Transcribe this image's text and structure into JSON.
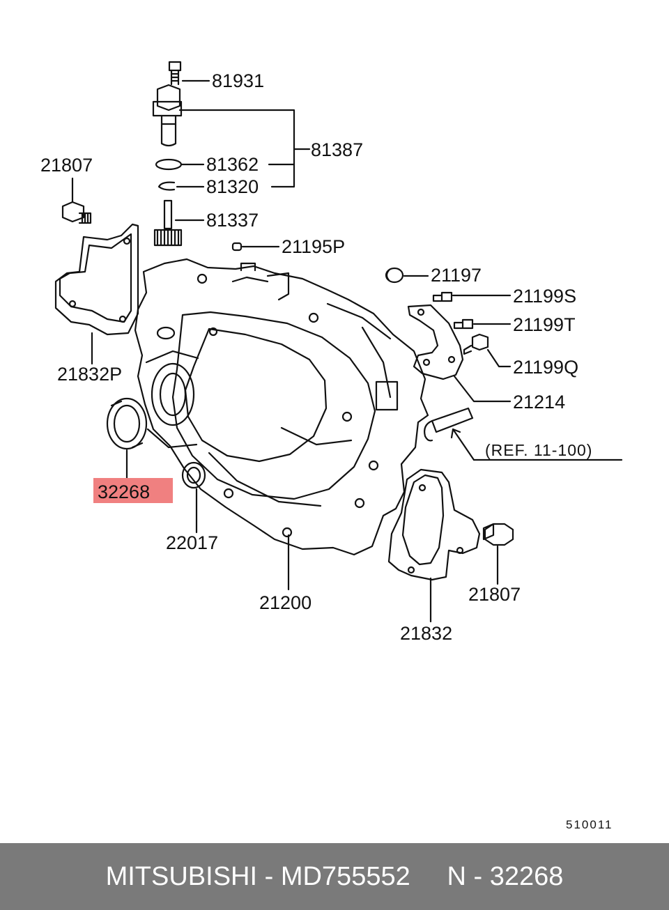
{
  "labels": {
    "p81931": "81931",
    "p81387": "81387",
    "p81362": "81362",
    "p81320": "81320",
    "p81337": "81337",
    "p21807a": "21807",
    "p21195P": "21195P",
    "p21197": "21197",
    "p21199S": "21199S",
    "p21199T": "21199T",
    "p21199Q": "21199Q",
    "p21214": "21214",
    "p21832P": "21832P",
    "ref": "(REF. 11-100)",
    "p32268": "32268",
    "p22017": "22017",
    "p21200": "21200",
    "p21807b": "21807",
    "p21832": "21832",
    "code": "510011"
  },
  "highlight": {
    "color": "#f08080",
    "part": "32268"
  },
  "footer": {
    "brand": "MITSUBISHI",
    "separator1": " - ",
    "part_number": "MD755552",
    "gap": "     ",
    "position": "N - 32268"
  },
  "colors": {
    "footer_bg": "#7a7a7a",
    "footer_text": "#ffffff",
    "line": "#111111"
  }
}
